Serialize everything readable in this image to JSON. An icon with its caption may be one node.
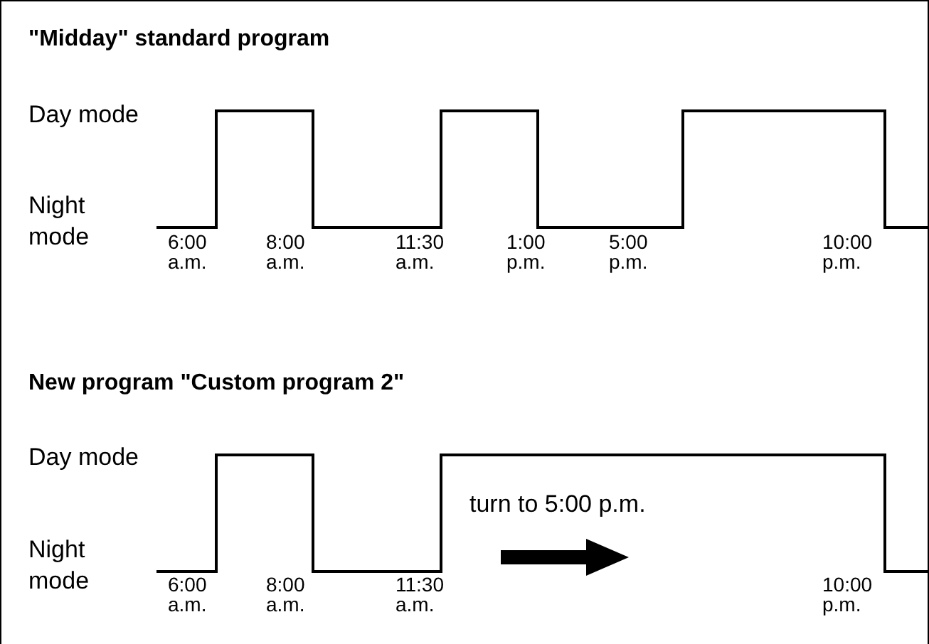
{
  "diagram": {
    "labels": [
      "\"Midday\" standard program",
      "Day mode",
      "Night mode",
      "6:00 a.m.",
      "8:00 a.m.",
      "11:30 a.m.",
      "1:00 p.m.",
      "5:00 p.m.",
      "10:00 p.m.",
      "New program \"Custom program 2\"",
      "Day mode",
      "Night mode",
      "6:00 a.m.",
      "8:00 a.m.",
      "11:30 a.m.",
      "turn to 5:00 p.m.",
      "10:00 p.m."
    ]
  }
}
